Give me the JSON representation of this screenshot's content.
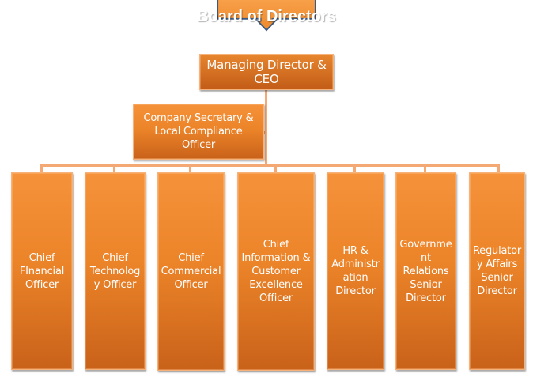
{
  "board": {
    "label": "Board of Directors"
  },
  "ceo": {
    "label": "Managing Director &\nCEO"
  },
  "secretary": {
    "label": "Company Secretary &\nLocal Compliance\nOfficer"
  },
  "reports": [
    {
      "label": "Chief\nFInancial\nOfficer"
    },
    {
      "label": "Chief\nTechnolog\ny Officer"
    },
    {
      "label": "Chief\nCommercial\nOfficer"
    },
    {
      "label": "Chief\nInformation &\nCustomer\nExcellence\nOfficer"
    },
    {
      "label": "HR &\nAdministr\nation\nDirector"
    },
    {
      "label": "Governme\nnt\nRelations\nSenior\nDirector"
    },
    {
      "label": "Regulator\ny Affairs\nSenior\nDirector"
    }
  ],
  "colors": {
    "box": "#ec8429",
    "connector": "#f4a874",
    "arrow_border": "#3c5a80"
  }
}
